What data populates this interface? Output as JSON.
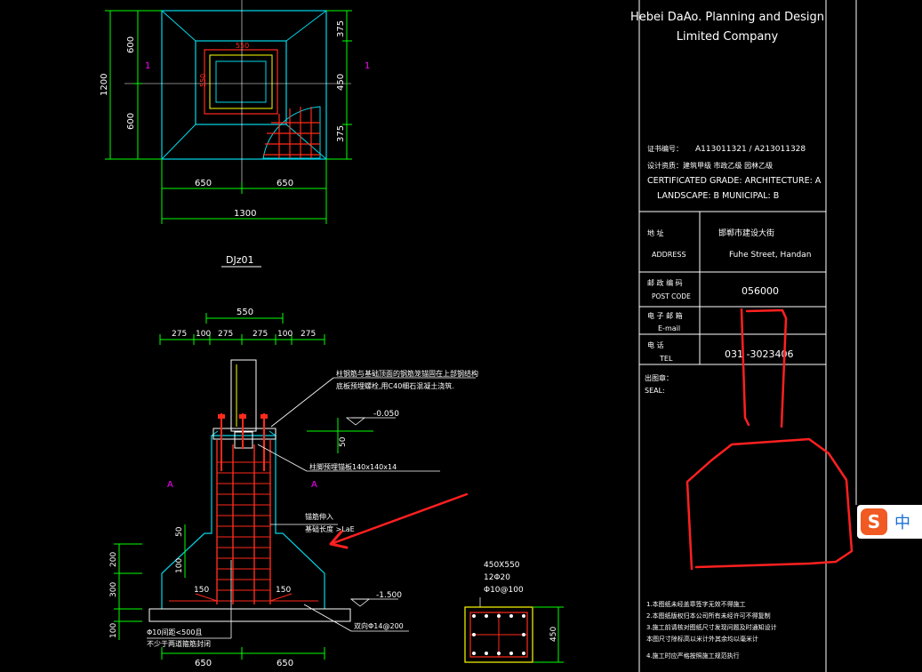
{
  "plan": {
    "dims_left": [
      "600",
      "1200",
      "600"
    ],
    "dims_right": [
      "375",
      "450",
      "375"
    ],
    "dims_bottom": [
      "650",
      "650",
      "1300"
    ],
    "inner_label_top": "550",
    "inner_label_side": "550",
    "section_marks": [
      "1",
      "1"
    ],
    "title": "DJz01"
  },
  "section": {
    "top_dims": [
      "550",
      "275",
      "100",
      "275",
      "275",
      "100",
      "275"
    ],
    "level_top": "-0.050",
    "level_bottom": "-1.500",
    "dim_50": "50",
    "left_dims": [
      "200",
      "300",
      "100"
    ],
    "small_50": "50",
    "small_100": "100",
    "label_150_left": "150",
    "label_150_right": "150",
    "bottom_dims": [
      "650",
      "650"
    ],
    "note_top_1": "柱钢筋与基础顶面的钢筋笼锚固在上部钢结构",
    "note_top_2": "底板预埋螺栓,用C40细石混凝土浇筑.",
    "note_mid": "柱脚预埋锚板140x140x14",
    "note_anchor_1": "锚筋伸入",
    "note_anchor_2": "基础长度 >LaE",
    "note_bottom_left_1": "Φ10间距<500且",
    "note_bottom_left_2": "不少于两道箍筋封闭",
    "note_bottom_right": "双向Φ14@200",
    "marks": [
      "A",
      "A"
    ]
  },
  "column_section": {
    "label_size": "450X550",
    "label_rebar": "12Φ20",
    "label_stirrup": "Φ10@100",
    "dim_side": "450"
  },
  "title_block": {
    "company_1": "Hebei DaAo. Planning and Design",
    "company_2": "Limited Company",
    "cert_no_label": "证书编号：",
    "cert_no": "A113011321  /  A213011328",
    "grade_cn": "设计资质：建筑甲级  市政乙级  园林乙级",
    "grade_en_1": "CERTIFICATED GRADE: ARCHITECTURE: A",
    "grade_en_2": "LANDSCAPE: B      MUNICIPAL: B",
    "address_cn": "地      址",
    "address_en": "ADDRESS",
    "address_val_cn": "邯郸市建设大街",
    "address_val_en": "Fuhe Street, Handan",
    "post_cn": "邮 政 编 码",
    "post_en": "POST CODE",
    "post_val": "056000",
    "email_cn": "电 子 邮 箱",
    "email_en": "E-mail",
    "tel_cn": "电      话",
    "tel_en": "TEL",
    "tel_val": "031 -3023406",
    "seal_cn": "出图章：",
    "seal_en": "SEAL:",
    "notes": [
      "1.本图纸未经盖章签字无效不得施工",
      "2.本图纸版权归本公司所有未经许可不得复制",
      "3.施工前请核对图纸尺寸发现问题及时通知设计",
      "  本图尺寸除标高以米计外其余均以毫米计",
      "4.施工时应严格按照施工规范执行"
    ]
  },
  "ime": {
    "logo": "S",
    "lang": "中"
  },
  "colors": {
    "cyan": "#00d8e8",
    "green": "#00ff00",
    "red": "#ff2a1a",
    "yellow": "#ffff00",
    "magenta": "#ff00ff",
    "white": "#ffffff",
    "annotation": "#ff2020"
  }
}
